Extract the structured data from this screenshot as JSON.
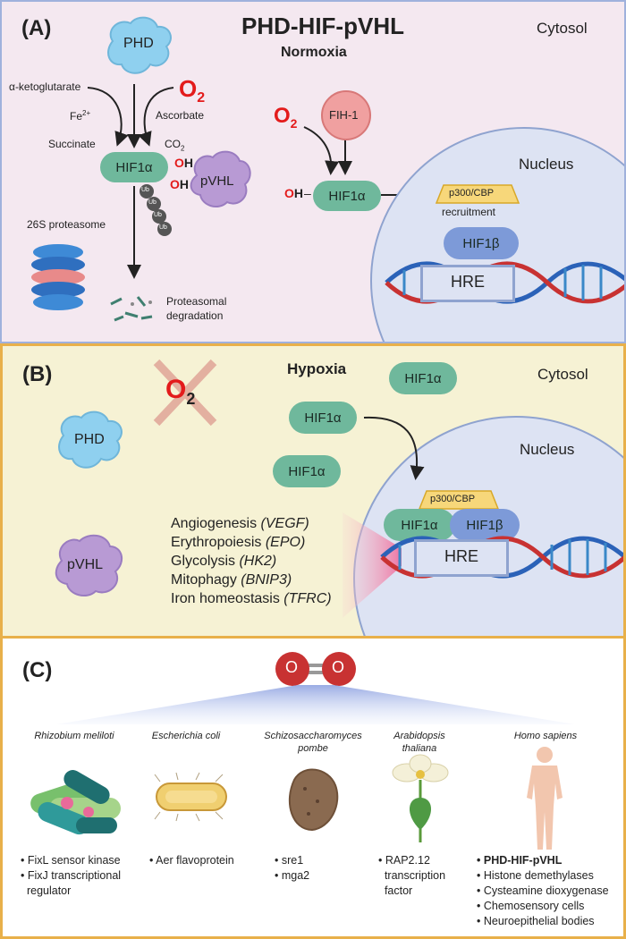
{
  "panelA": {
    "label": "(A)",
    "title": "PHD-HIF-pVHL",
    "subtitle": "Normoxia",
    "cytosol": "Cytosol",
    "nucleus": "Nucleus",
    "phd": "PHD",
    "akg": "α-ketoglutarate",
    "fe": "Fe",
    "fe_sup": "2+",
    "o2": "O",
    "o2_sub": "2",
    "ascorbate": "Ascorbate",
    "succinate": "Succinate",
    "co2": "CO",
    "co2_sub": "2",
    "hif1a": "HIF1α",
    "oh": "OH",
    "pvhl": "pVHL",
    "ub": "Ub",
    "proteasome": "26S proteasome",
    "degradation_line1": "Proteasomal",
    "degradation_line2": "degradation",
    "fih": "FIH-1",
    "o2b": "O",
    "o2b_sub": "2",
    "oh_h": "OH",
    "hif1a_b": "HIF1α",
    "p300": "p300/CBP",
    "recruitment": "recruitment",
    "hif1b": "HIF1β",
    "hre": "HRE"
  },
  "panelB": {
    "label": "(B)",
    "title": "Hypoxia",
    "cytosol": "Cytosol",
    "nucleus": "Nucleus",
    "o2": "O",
    "o2_sub": "2",
    "phd": "PHD",
    "pvhl": "pVHL",
    "hif1a_1": "HIF1α",
    "hif1a_2": "HIF1α",
    "hif1a_3": "HIF1α",
    "hif1a_n": "HIF1α",
    "hif1b": "HIF1β",
    "p300": "p300/CBP",
    "hre": "HRE",
    "targets": [
      {
        "process": "Angiogenesis",
        "gene": "(VEGF)"
      },
      {
        "process": "Erythropoiesis",
        "gene": "(EPO)"
      },
      {
        "process": "Glycolysis",
        "gene": "(HK2)"
      },
      {
        "process": "Mitophagy",
        "gene": "(BNIP3)"
      },
      {
        "process": "Iron homeostasis",
        "gene": "(TFRC)"
      }
    ]
  },
  "panelC": {
    "label": "(C)",
    "o_left": "O",
    "o_right": "O",
    "organisms": [
      {
        "name_line1": "Rhizobium meliloti",
        "name_line2": "",
        "items": [
          "FixL sensor kinase",
          "FixJ transcriptional",
          "regulator"
        ]
      },
      {
        "name_line1": "Escherichia coli",
        "name_line2": "",
        "items": [
          "Aer flavoprotein"
        ]
      },
      {
        "name_line1": "Schizosaccharomyces",
        "name_line2": "pombe",
        "items": [
          "sre1",
          "mga2"
        ]
      },
      {
        "name_line1": "Arabidopsis",
        "name_line2": "thaliana",
        "items": [
          "RAP2.12",
          "transcription",
          "factor"
        ]
      },
      {
        "name_line1": "Homo sapiens",
        "name_line2": "",
        "items": [
          "PHD-HIF-pVHL",
          "Histone demethylases",
          "Cysteamine dioxygenase",
          "Chemosensory cells",
          "Neuroepithelial bodies"
        ]
      }
    ]
  },
  "colors": {
    "panelA_bg": "#f4e8f0",
    "panelB_bg": "#f6f2d4",
    "border": "#e8b04a",
    "hif_green": "#6fb89c",
    "phd_blue": "#8fd0ef",
    "pvhl_purple": "#b89ad4",
    "o2_red": "#e31b1b",
    "hif1b_blue": "#7d9ad8",
    "p300_yellow": "#f7d77a"
  }
}
